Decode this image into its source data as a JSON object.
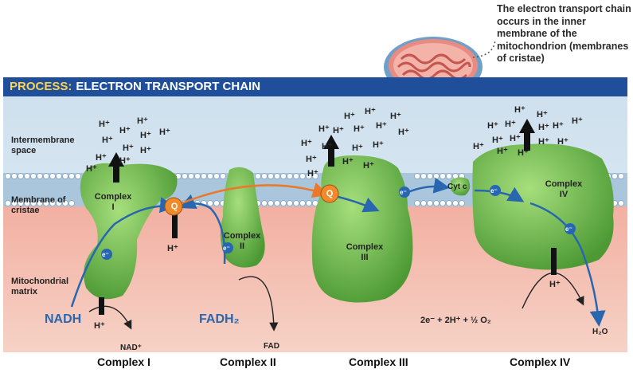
{
  "callout": "The electron transport chain occurs in the inner membrane of the mitochondrion (membranes of cristae)",
  "banner": {
    "prefix": "PROCESS:",
    "title": "ELECTRON TRANSPORT CHAIN"
  },
  "regions": {
    "intermembrane": "Intermembrane space",
    "membrane": "Membrane of cristae",
    "matrix": "Mitochondrial matrix"
  },
  "complexes": {
    "c1": {
      "name": "Complex",
      "num": "I"
    },
    "c2": {
      "name": "Complex",
      "num": "II"
    },
    "c3": {
      "name": "Complex",
      "num": "III"
    },
    "c4": {
      "name": "Complex",
      "num": "IV"
    }
  },
  "carriers": {
    "q": "Q",
    "cytc": "Cyt c",
    "electron": "e⁻"
  },
  "molecules": {
    "nadh": "NADH",
    "nad": "NAD⁺",
    "fadh2": "FADH₂",
    "fad": "FAD",
    "h": "H⁺",
    "water": "H₂O",
    "reaction": "2e⁻  +  2H⁺ + ½ O₂"
  },
  "footer": [
    "Complex I",
    "Complex II",
    "Complex III",
    "Complex IV"
  ]
}
